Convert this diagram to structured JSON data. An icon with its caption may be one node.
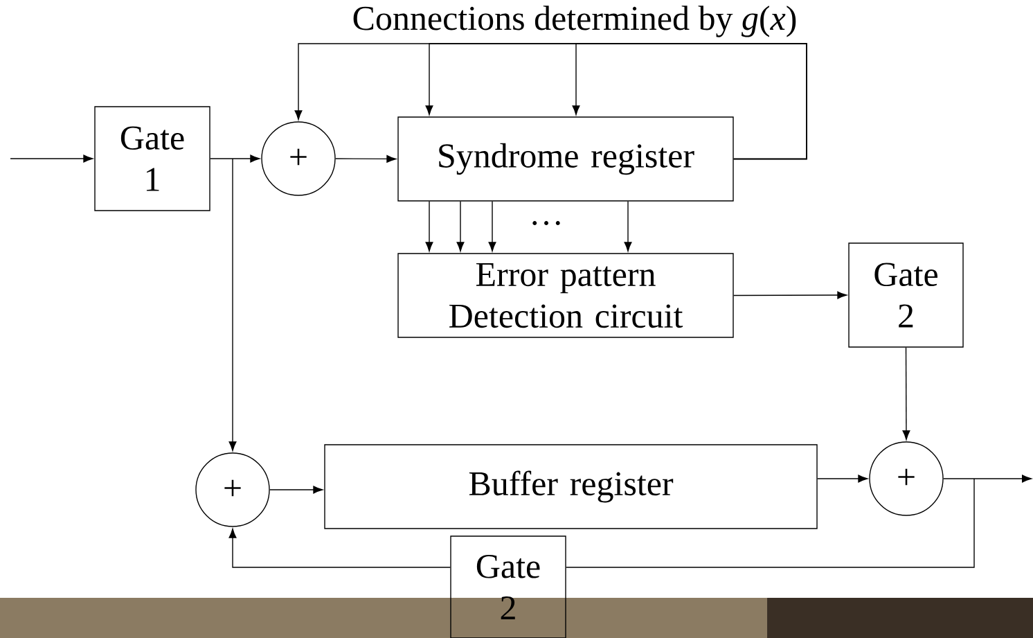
{
  "diagram": {
    "title": "Connections determined by *g*(*x*)",
    "nodes": [
      {
        "text": [
          "Gate 1"
        ]
      },
      {
        "text": [
          "+"
        ]
      },
      {
        "text": [
          "Syndrome register"
        ]
      },
      {
        "text": [
          "Error pattern Detection circuit"
        ]
      },
      {
        "text": [
          "Gate 2"
        ]
      },
      {
        "text": [
          "+"
        ]
      },
      {
        "text": [
          "Buffer register"
        ]
      },
      {
        "text": [
          "+"
        ]
      },
      {
        "text": [
          "Gate 2"
        ]
      }
    ],
    "edges": [
      {
        "from": null,
        "to": 0,
        "arrow": "to"
      },
      {
        "from": 0,
        "to": 1,
        "arrow": "to"
      },
      {
        "from": 1,
        "to": 2,
        "arrow": "to"
      },
      {
        "from": 2,
        "to": 1,
        "arrow": "to"
      },
      {
        "from": 2,
        "to": 2,
        "arrow": "to"
      },
      {
        "from": 2,
        "to": 2,
        "arrow": "to"
      },
      {
        "from": 2,
        "to": 3,
        "arrow": "to"
      },
      {
        "from": 2,
        "to": 3,
        "arrow": "to"
      },
      {
        "from": 2,
        "to": 3,
        "arrow": "to"
      },
      {
        "from": 2,
        "to": 3,
        "arrow": "to"
      },
      {
        "from": 3,
        "to": 4,
        "arrow": "to"
      },
      {
        "from": 4,
        "to": 7,
        "arrow": "to"
      },
      {
        "from": 0,
        "to": 5,
        "arrow": "to"
      },
      {
        "from": 5,
        "to": 6,
        "arrow": "to"
      },
      {
        "from": 6,
        "to": 7,
        "arrow": "to"
      },
      {
        "from": 7,
        "to": null,
        "arrow": "to"
      },
      {
        "from": 7,
        "to": 8,
        "arrow": "none"
      },
      {
        "from": 8,
        "to": 5,
        "arrow": "to"
      }
    ],
    "labels": [
      "…"
    ]
  }
}
